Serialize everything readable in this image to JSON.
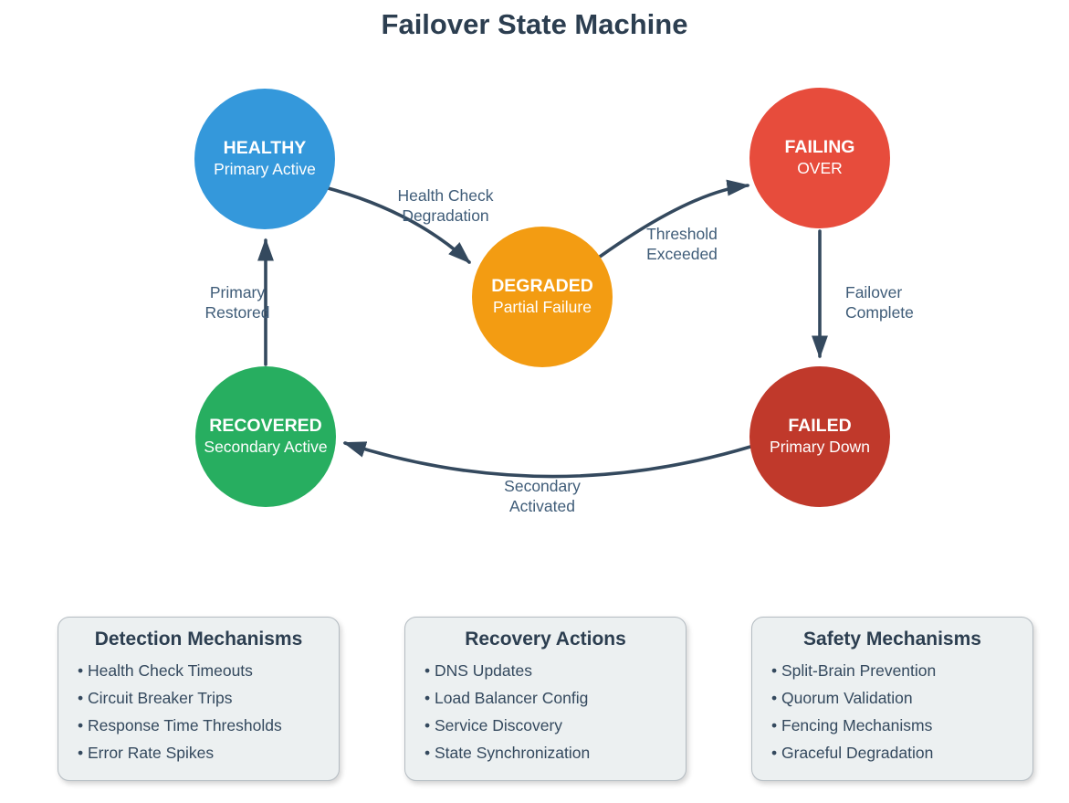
{
  "title": "Failover State Machine",
  "colors": {
    "healthy": "#3498db",
    "degraded": "#f39c12",
    "failing_over": "#e74c3c",
    "failed": "#c0392b",
    "recovered": "#27ae60",
    "arrow": "#34495e",
    "edge_label_text": "#3f5c78",
    "heading_text": "#2c3e50",
    "box_background": "#ecf0f1"
  },
  "states": {
    "healthy": {
      "name": "HEALTHY",
      "subtitle": "Primary Active",
      "color": "#3498db"
    },
    "failing_over": {
      "name": "FAILING",
      "subtitle": "OVER",
      "color": "#e74c3c"
    },
    "degraded": {
      "name": "DEGRADED",
      "subtitle": "Partial Failure",
      "color": "#f39c12"
    },
    "recovered": {
      "name": "RECOVERED",
      "subtitle": "Secondary Active",
      "color": "#27ae60"
    },
    "failed": {
      "name": "FAILED",
      "subtitle": "Primary Down",
      "color": "#c0392b"
    }
  },
  "transitions": {
    "health_check": {
      "from": "HEALTHY",
      "to": "DEGRADED",
      "label": "Health Check\nDegradation"
    },
    "threshold": {
      "from": "DEGRADED",
      "to": "FAILING OVER",
      "label": "Threshold\nExceeded"
    },
    "failover_complete": {
      "from": "FAILING OVER",
      "to": "FAILED",
      "label": "Failover\nComplete"
    },
    "secondary_activated": {
      "from": "FAILED",
      "to": "RECOVERED",
      "label": "Secondary\nActivated"
    },
    "primary_restored": {
      "from": "RECOVERED",
      "to": "HEALTHY",
      "label": "Primary\nRestored"
    }
  },
  "boxes": [
    {
      "title": "Detection Mechanisms",
      "items": [
        "Health Check Timeouts",
        "Circuit Breaker Trips",
        "Response Time Thresholds",
        "Error Rate Spikes"
      ]
    },
    {
      "title": "Recovery Actions",
      "items": [
        "DNS Updates",
        "Load Balancer Config",
        "Service Discovery",
        "State Synchronization"
      ]
    },
    {
      "title": "Safety Mechanisms",
      "items": [
        "Split-Brain Prevention",
        "Quorum Validation",
        "Fencing Mechanisms",
        "Graceful Degradation"
      ]
    }
  ]
}
